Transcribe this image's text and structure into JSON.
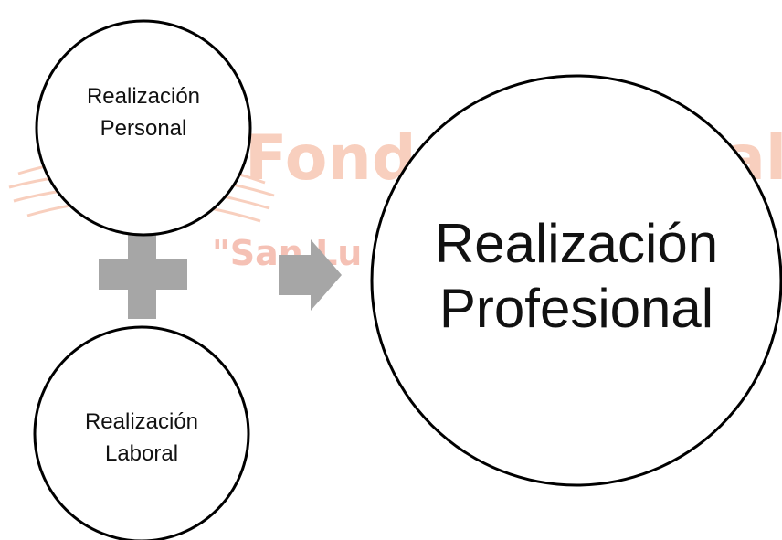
{
  "watermark": {
    "line1": "Fond",
    "line1_tail": "al",
    "line2": "\"San Lu",
    "color": "#f3a98a"
  },
  "nodes": {
    "personal": {
      "line1": "Realización",
      "line2": "Personal"
    },
    "laboral": {
      "line1": "Realización",
      "line2": "Laboral"
    },
    "profesional": {
      "line1": "Realización",
      "line2": "Profesional"
    }
  },
  "symbols": {
    "plus_icon": "plus-icon",
    "arrow_icon": "arrow-right-icon",
    "color": "#a6a6a6"
  },
  "colors": {
    "circle_stroke": "#000000",
    "circle_fill": "#ffffff",
    "text": "#111111"
  }
}
